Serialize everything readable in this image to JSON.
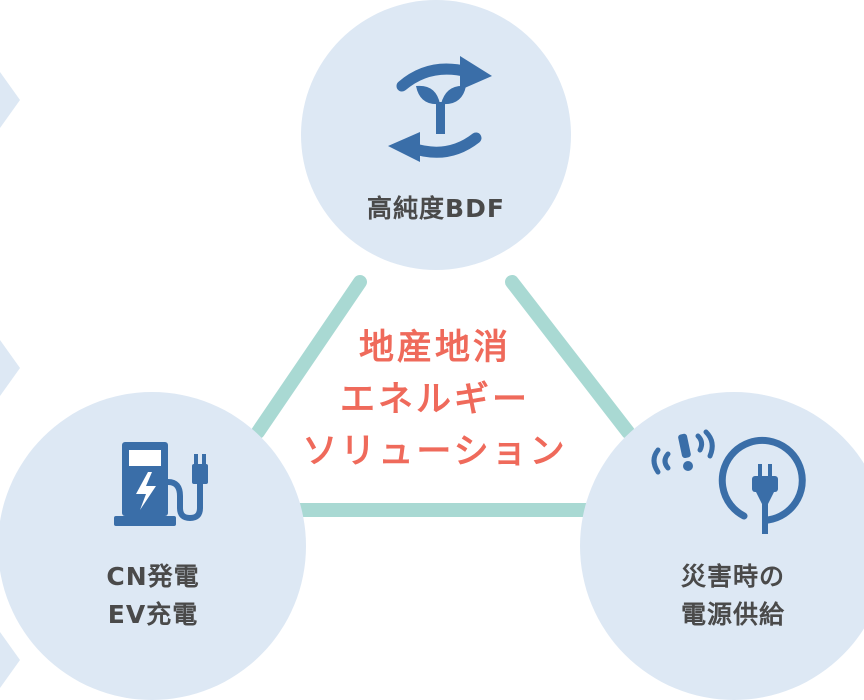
{
  "nodes": {
    "top": {
      "label": "高純度BDF"
    },
    "left": {
      "line1": "CN発電",
      "line2": "EV充電"
    },
    "right": {
      "line1": "災害時の",
      "line2": "電源供給"
    }
  },
  "center": {
    "line1": "地産地消",
    "line2": "エネルギー",
    "line3": "ソリューション"
  },
  "colors": {
    "circle_fill": "#dde8f4",
    "triangle_stroke": "#a9d9d3",
    "icon_blue": "#3a6ea8",
    "accent_red": "#ef6a5b",
    "text_gray": "#4a4a4a"
  },
  "icons": {
    "top": "recycle-sprout-icon",
    "left": "ev-charger-icon",
    "right": "emergency-power-plug-icon"
  }
}
